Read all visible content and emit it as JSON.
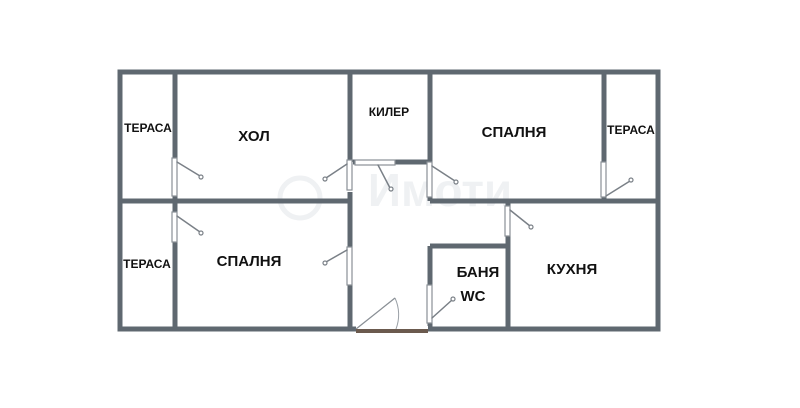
{
  "rooms": {
    "terrace_top_left": "ТЕРАСА",
    "hall": "ХОЛ",
    "pantry": "КИЛЕР",
    "bedroom_top": "СПАЛНЯ",
    "terrace_top_right": "ТЕРАСА",
    "terrace_bottom_left": "ТЕРАСА",
    "bedroom_bottom": "СПАЛНЯ",
    "bathroom_line1": "БАНЯ",
    "bathroom_line2": "WC",
    "kitchen": "КУХНЯ"
  },
  "colors": {
    "walls": "#5f6870",
    "labels": "#111111",
    "background": "#ffffff",
    "entrance_sill": "#6b5a4e"
  }
}
